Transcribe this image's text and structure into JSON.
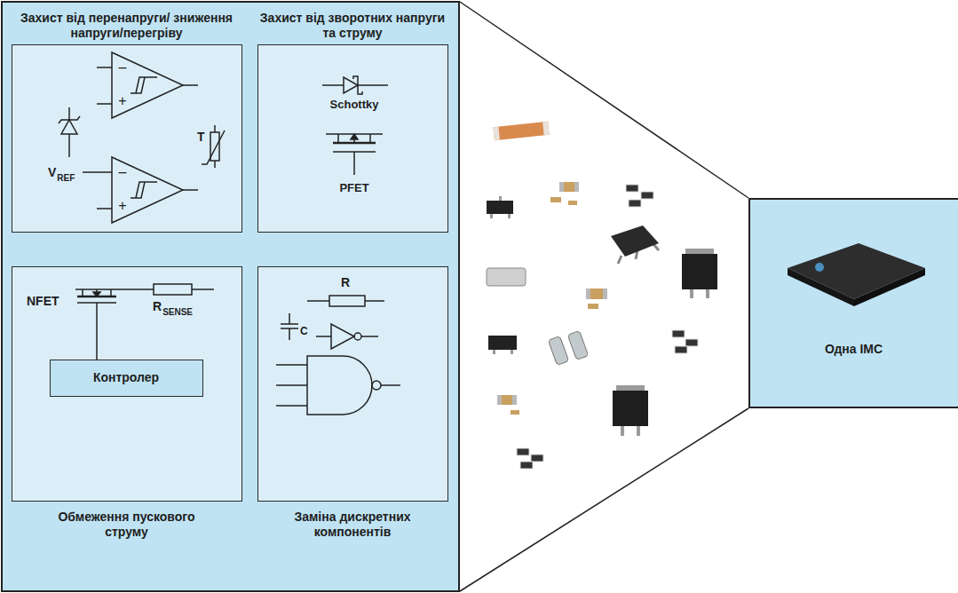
{
  "diagram": {
    "nodes": [
      {
        "text": [
          "Захист від перенапруги/ зниження напруги/перегріву"
        ]
      },
      {
        "text": [
          "Захист від зворотних напруги та струму"
        ]
      },
      {
        "text": [
          "Обмеження пускового струму"
        ]
      },
      {
        "text": [
          "Контролер"
        ],
        "in": 2
      },
      {
        "text": [
          "Заміна дискретних компонентів"
        ]
      },
      {
        "text": [
          "Одна ІМС"
        ]
      }
    ],
    "labels": [
      "–",
      "+",
      "V",
      "REF",
      "T",
      "–",
      "+",
      "Schottky",
      "PFET",
      "NFET",
      "R",
      "SENSE",
      "R",
      "C"
    ]
  }
}
